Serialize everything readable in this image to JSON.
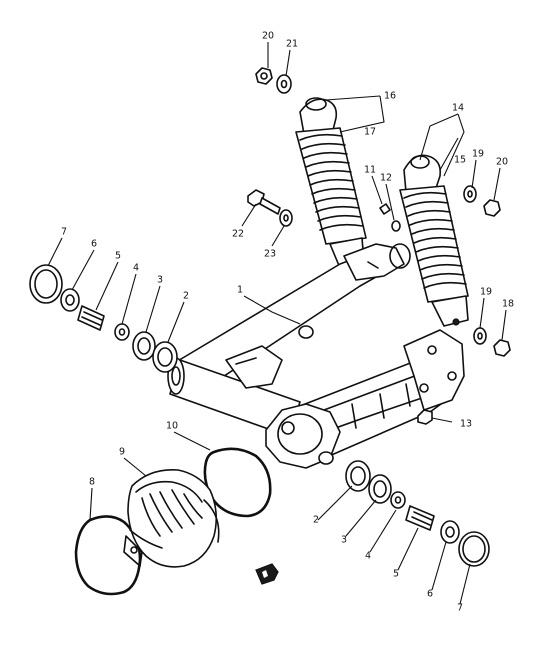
{
  "callouts": [
    {
      "id": "c20a",
      "text": "20"
    },
    {
      "id": "c21",
      "text": "21"
    },
    {
      "id": "c16",
      "text": "16"
    },
    {
      "id": "c17",
      "text": "17"
    },
    {
      "id": "c14",
      "text": "14"
    },
    {
      "id": "c15",
      "text": "15"
    },
    {
      "id": "c19a",
      "text": "19"
    },
    {
      "id": "c20b",
      "text": "20"
    },
    {
      "id": "c11",
      "text": "11"
    },
    {
      "id": "c12",
      "text": "12"
    },
    {
      "id": "c22",
      "text": "22"
    },
    {
      "id": "c23",
      "text": "23"
    },
    {
      "id": "c7a",
      "text": "7"
    },
    {
      "id": "c6a",
      "text": "6"
    },
    {
      "id": "c5a",
      "text": "5"
    },
    {
      "id": "c4a",
      "text": "4"
    },
    {
      "id": "c3a",
      "text": "3"
    },
    {
      "id": "c2a",
      "text": "2"
    },
    {
      "id": "c1",
      "text": "1"
    },
    {
      "id": "c19b",
      "text": "19"
    },
    {
      "id": "c18",
      "text": "18"
    },
    {
      "id": "c13",
      "text": "13"
    },
    {
      "id": "c10",
      "text": "10"
    },
    {
      "id": "c9",
      "text": "9"
    },
    {
      "id": "c8",
      "text": "8"
    },
    {
      "id": "c2b",
      "text": "2"
    },
    {
      "id": "c3b",
      "text": "3"
    },
    {
      "id": "c4b",
      "text": "4"
    },
    {
      "id": "c5b",
      "text": "5"
    },
    {
      "id": "c6b",
      "text": "6"
    },
    {
      "id": "c7b",
      "text": "7"
    }
  ]
}
